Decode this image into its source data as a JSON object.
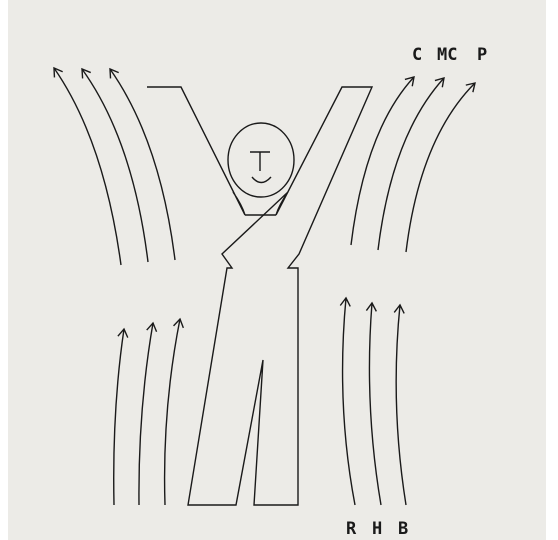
{
  "labels": {
    "top": [
      "C",
      "MC",
      "P"
    ],
    "bottom": [
      "R",
      "H",
      "B"
    ]
  },
  "colors": {
    "paper": "#ecebe7",
    "ink": "#1a1a1a"
  }
}
